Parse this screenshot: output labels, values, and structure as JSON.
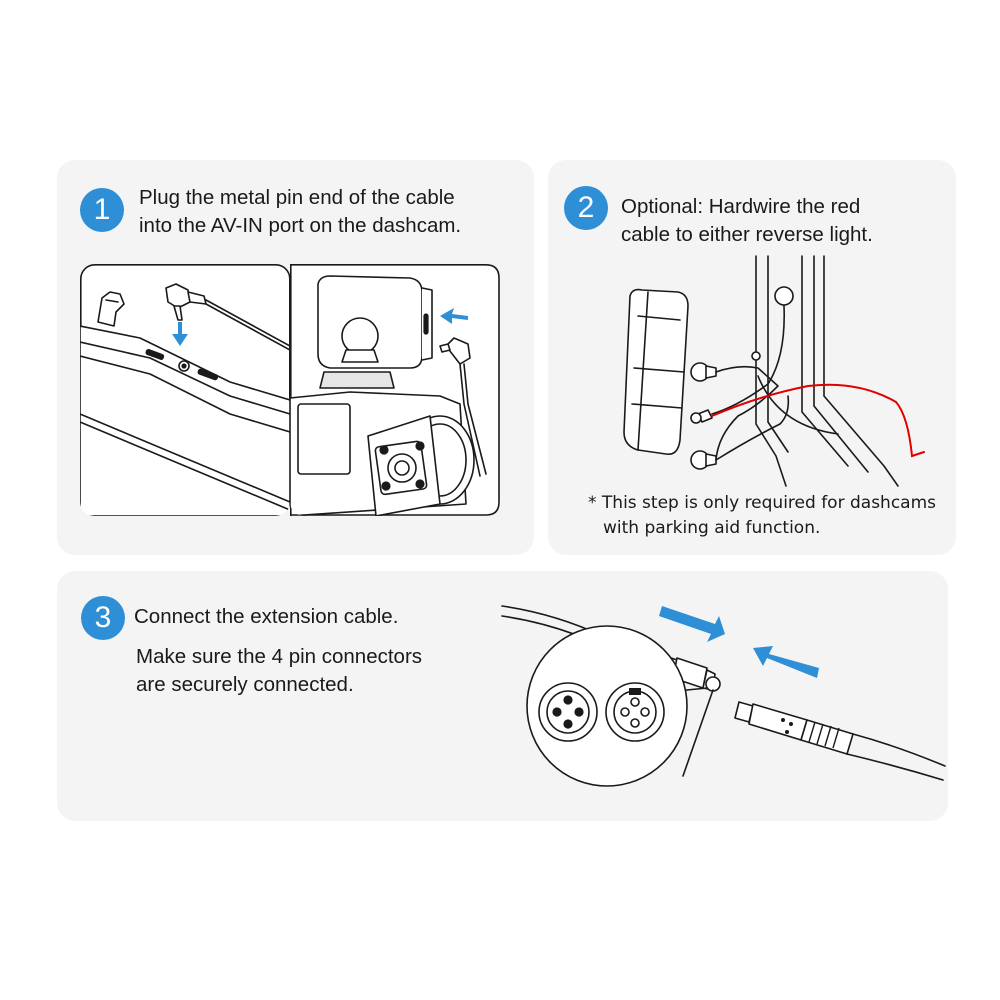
{
  "steps": [
    {
      "number": "1",
      "line1": "Plug the metal pin end of the cable",
      "line2": "into the AV-IN port on the dashcam."
    },
    {
      "number": "2",
      "line1": "Optional: Hardwire the red",
      "line2": "cable to either reverse light.",
      "note_line1": "* This step is only required for dashcams",
      "note_line2": "with parking aid function."
    },
    {
      "number": "3",
      "line1": "Connect the extension cable.",
      "line2": "Make sure the 4 pin connectors",
      "line3": "are securely connected."
    }
  ],
  "colors": {
    "accent": "#2e8fd6",
    "panel_bg": "#f4f4f4",
    "red_wire": "#e00000"
  }
}
